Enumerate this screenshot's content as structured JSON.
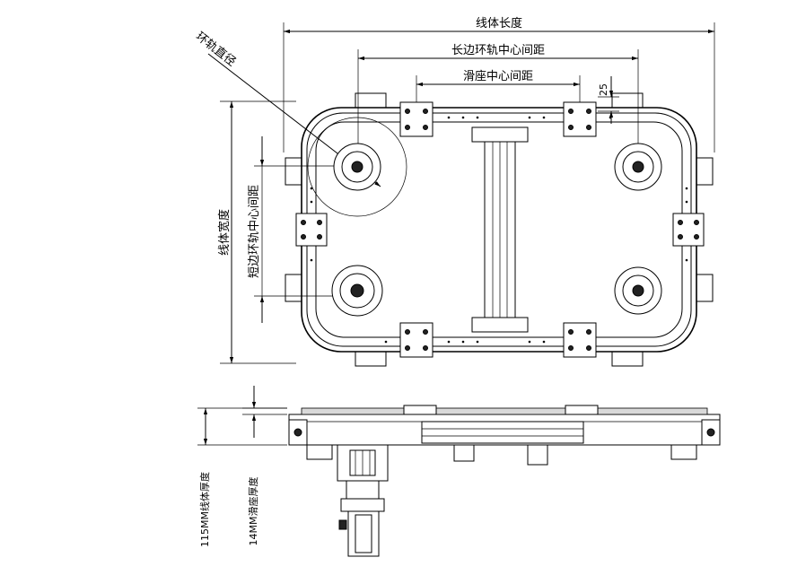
{
  "dimensions": {
    "line_length": "线体长度",
    "long_side_center_distance": "长边环轨中心间距",
    "slider_center_distance": "滑座中心间距",
    "offset_value": "25",
    "ring_rail_diameter": "环轨直径",
    "line_width": "线体宽度",
    "short_side_center_distance": "短边环轨中心间距",
    "line_thickness": "115MM线体厚度",
    "slider_thickness": "14MM滑座厚度"
  }
}
